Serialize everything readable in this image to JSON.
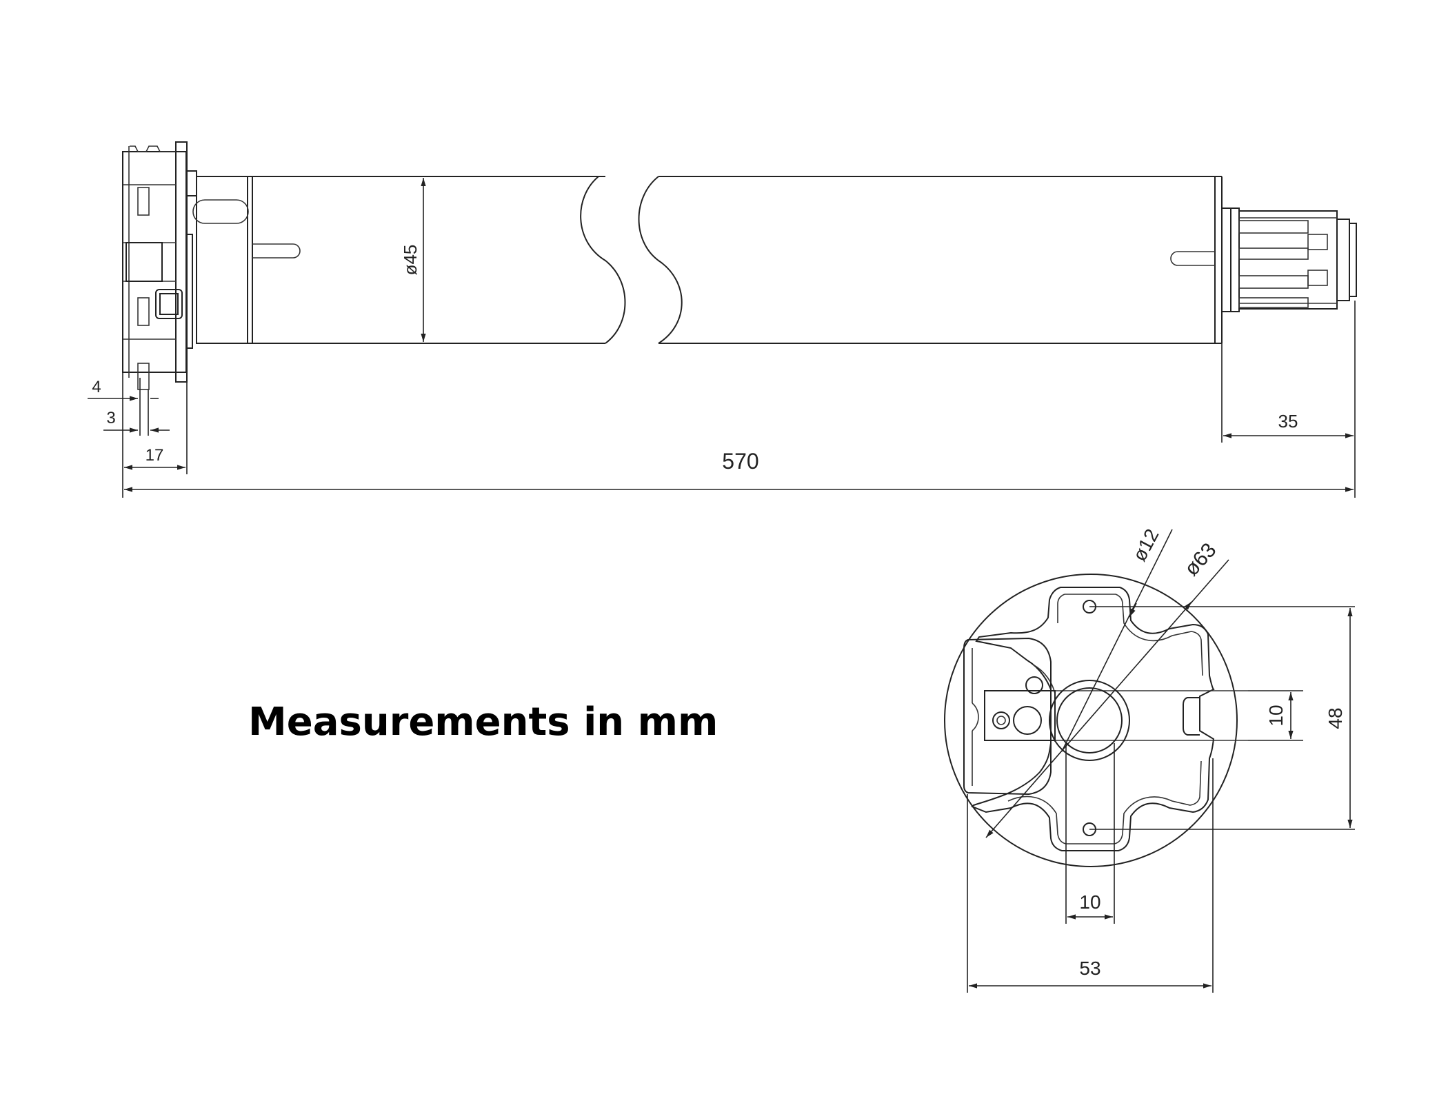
{
  "note": "Measurements in mm",
  "dimensions": {
    "overall_length": "570",
    "tube_diameter": "ø45",
    "head_offset_4": "4",
    "head_offset_3": "3",
    "head_depth": "17",
    "drive_length": "35",
    "hole_diameter": "ø12",
    "flange_diameter": "ø63",
    "slot_width_right": "10",
    "hole_spacing": "48",
    "slot_width_bottom": "10",
    "flange_width": "53"
  },
  "colors": {
    "line": "#222222",
    "background": "#ffffff"
  }
}
